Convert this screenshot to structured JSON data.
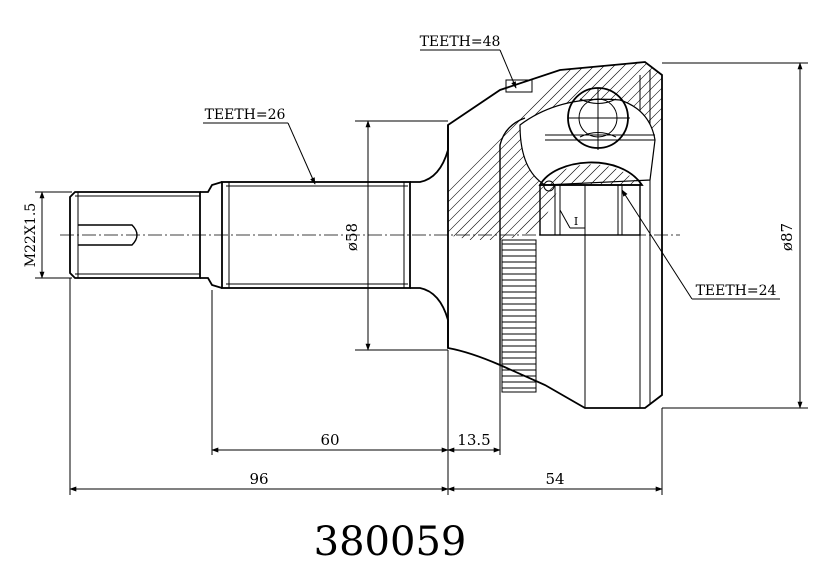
{
  "part_number": "380059",
  "labels": {
    "teeth_shaft": "TEETH=26",
    "teeth_abs_ring": "TEETH=48",
    "teeth_inner": "TEETH=24",
    "thread": "M22X1.5",
    "diameter_shaft": "ø58",
    "diameter_housing": "ø87",
    "section_mark": "I"
  },
  "dimensions": {
    "spline_length": "60",
    "shoulder_length": "13.5",
    "total_shaft_length": "96",
    "housing_length": "54"
  }
}
